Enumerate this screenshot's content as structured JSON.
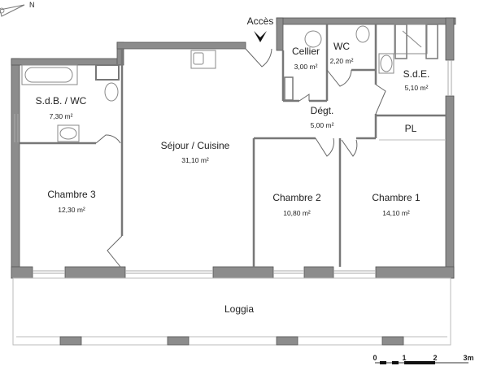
{
  "plan": {
    "entrance_label": "Accès",
    "north_label": "N",
    "rooms": [
      {
        "name": "S.d.B. / WC",
        "area": "7,30 m²"
      },
      {
        "name": "Séjour / Cuisine",
        "area": "31,10 m²"
      },
      {
        "name": "Cellier",
        "area": "3,00 m²"
      },
      {
        "name": "WC",
        "area": "2,20 m²"
      },
      {
        "name": "S.d.E.",
        "area": "5,10 m²"
      },
      {
        "name": "Dégt.",
        "area": "5,00 m²"
      },
      {
        "name": "PL",
        "area": ""
      },
      {
        "name": "Chambre 3",
        "area": "12,30 m²"
      },
      {
        "name": "Chambre 2",
        "area": "10,80 m²"
      },
      {
        "name": "Chambre 1",
        "area": "14,10 m²"
      },
      {
        "name": "Loggia",
        "area": ""
      }
    ],
    "scale": {
      "ticks": [
        "0",
        "1",
        "2",
        "3m"
      ]
    }
  }
}
